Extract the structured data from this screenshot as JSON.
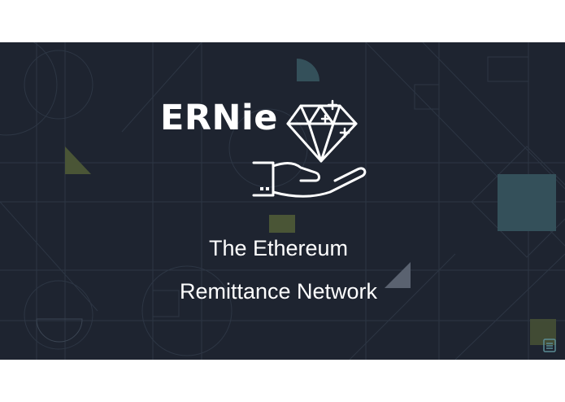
{
  "slide": {
    "brand_name": "ERNie",
    "tagline_line1": "The Ethereum",
    "tagline_line2": "Remittance Network"
  },
  "icons": {
    "primary": "diamond-icon",
    "secondary": "open-hand-icon",
    "corner": "slides-logo-icon"
  },
  "colors": {
    "background": "#1e2430",
    "text": "#ffffff",
    "pattern_line": "#2f3847",
    "accent_teal": "#34505a",
    "accent_olive": "#4a5536",
    "accent_gray": "#5a6270"
  }
}
